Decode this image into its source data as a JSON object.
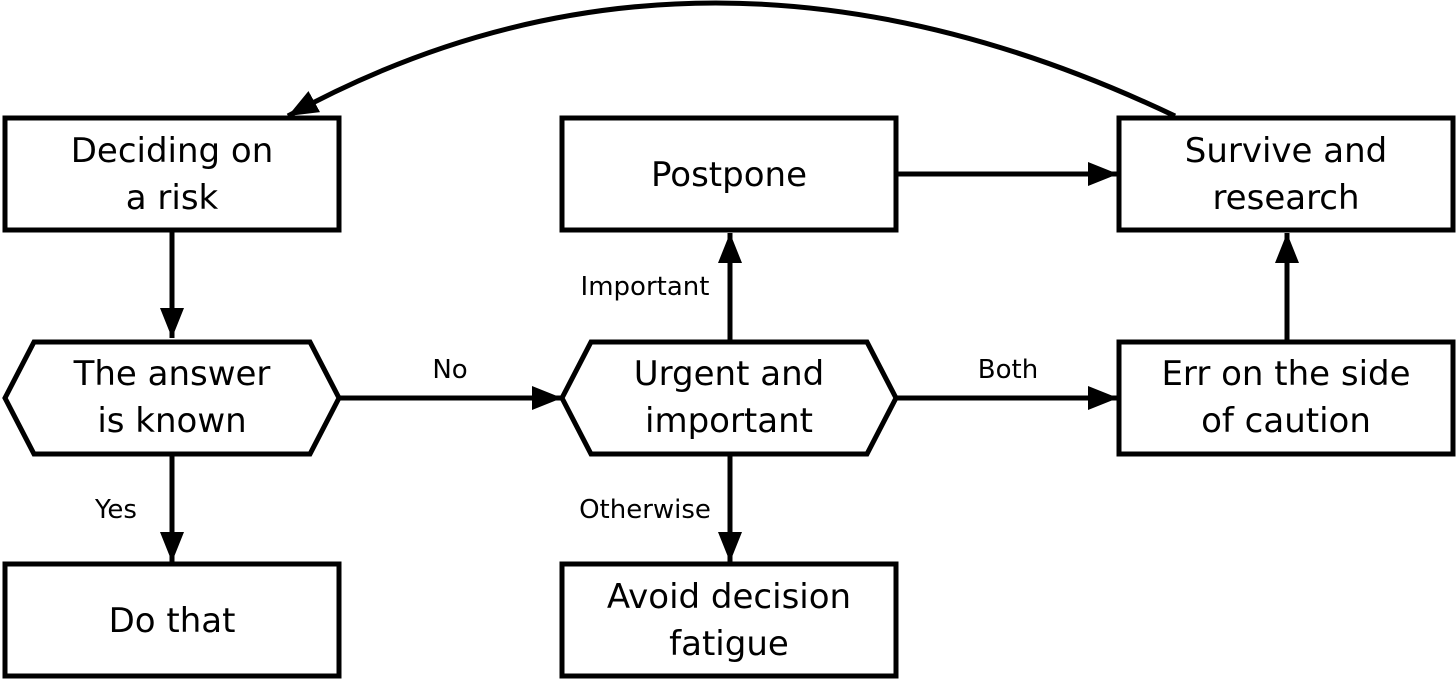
{
  "nodes": {
    "deciding": {
      "line1": "Deciding on",
      "line2": "a risk"
    },
    "answer_known": {
      "line1": "The answer",
      "line2": "is known"
    },
    "do_that": {
      "line1": "Do that"
    },
    "postpone": {
      "line1": "Postpone"
    },
    "urgent_important": {
      "line1": "Urgent and",
      "line2": "important"
    },
    "avoid_fatigue": {
      "line1": "Avoid decision",
      "line2": "fatigue"
    },
    "survive_research": {
      "line1": "Survive and",
      "line2": "research"
    },
    "err_caution": {
      "line1": "Err on the side",
      "line2": "of caution"
    }
  },
  "edge_labels": {
    "no": "No",
    "yes": "Yes",
    "important": "Important",
    "otherwise": "Otherwise",
    "both": "Both"
  }
}
